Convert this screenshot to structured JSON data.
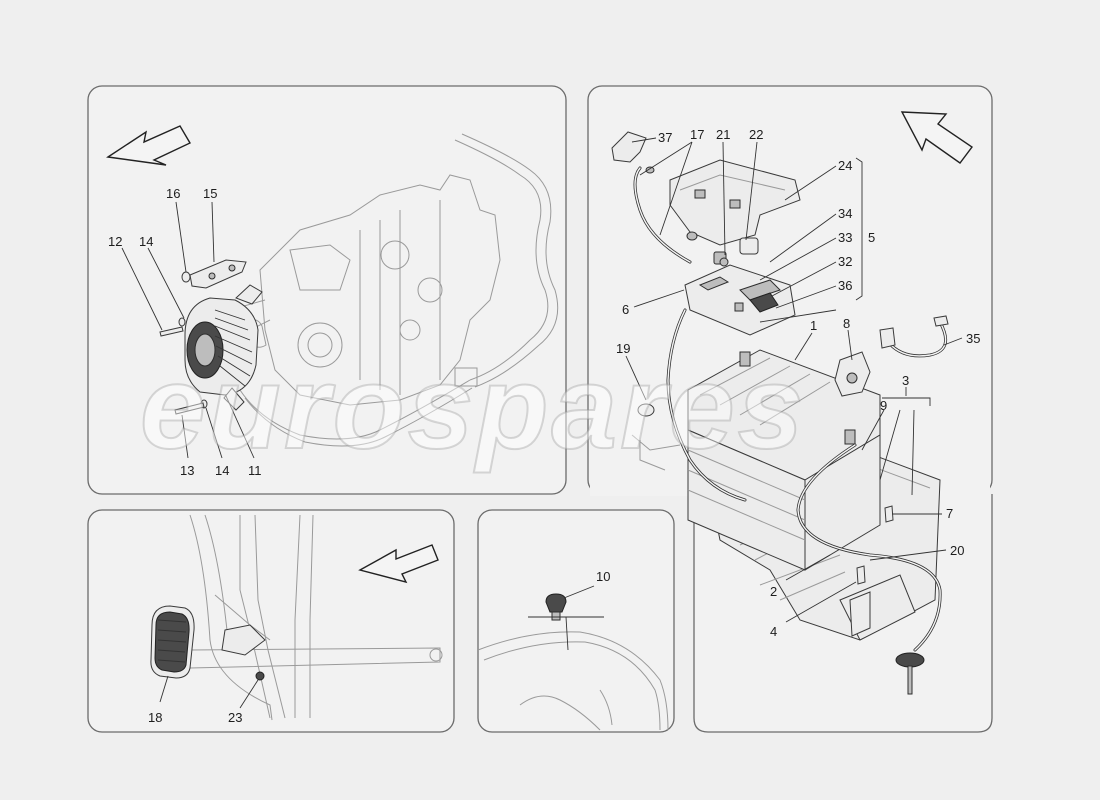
{
  "watermark": "eurospares",
  "callouts": {
    "p1": [
      "12",
      "14",
      "16",
      "15",
      "13",
      "14",
      "11"
    ],
    "p2": [
      "37",
      "17",
      "21",
      "22",
      "24",
      "34",
      "33",
      "32",
      "36",
      "5",
      "6",
      "19",
      "1",
      "8",
      "35",
      "3",
      "9",
      "7",
      "20",
      "2",
      "4"
    ],
    "p3": [
      "18",
      "23"
    ],
    "p4": [
      "10"
    ]
  }
}
